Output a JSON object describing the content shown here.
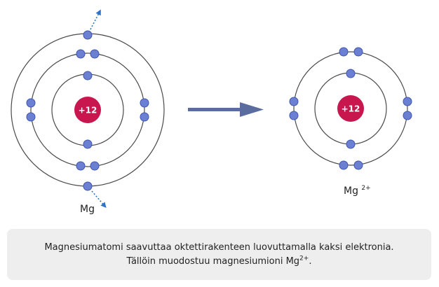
{
  "atom_left": {
    "nucleus_label": "+12",
    "label": "Mg",
    "shells": [
      2,
      8,
      2
    ]
  },
  "atom_right": {
    "nucleus_label": "+12",
    "label_base": "Mg",
    "label_sup": "2+",
    "shells": [
      2,
      8
    ]
  },
  "caption": {
    "line1": "Magnesiumatomi saavuttaa oktettirakenteen luovuttamalla kaksi elektronia.",
    "line2_text": "Tällöin muodostuu magnesiumioni Mg",
    "line2_sup": "2+",
    "line2_end": "."
  },
  "colors": {
    "nucleus": "#c8174f",
    "electron_fill": "#6b7fd3",
    "electron_stroke": "#3f56b0",
    "shell": "#4a4a4a",
    "arrow": "#5a6d9e",
    "dotted_arrow": "#2d74c9",
    "caption_bg": "#eeeeee"
  },
  "icons": {
    "reaction_arrow": "right-arrow-icon",
    "electron_leaving": "dotted-arrow-icon"
  }
}
